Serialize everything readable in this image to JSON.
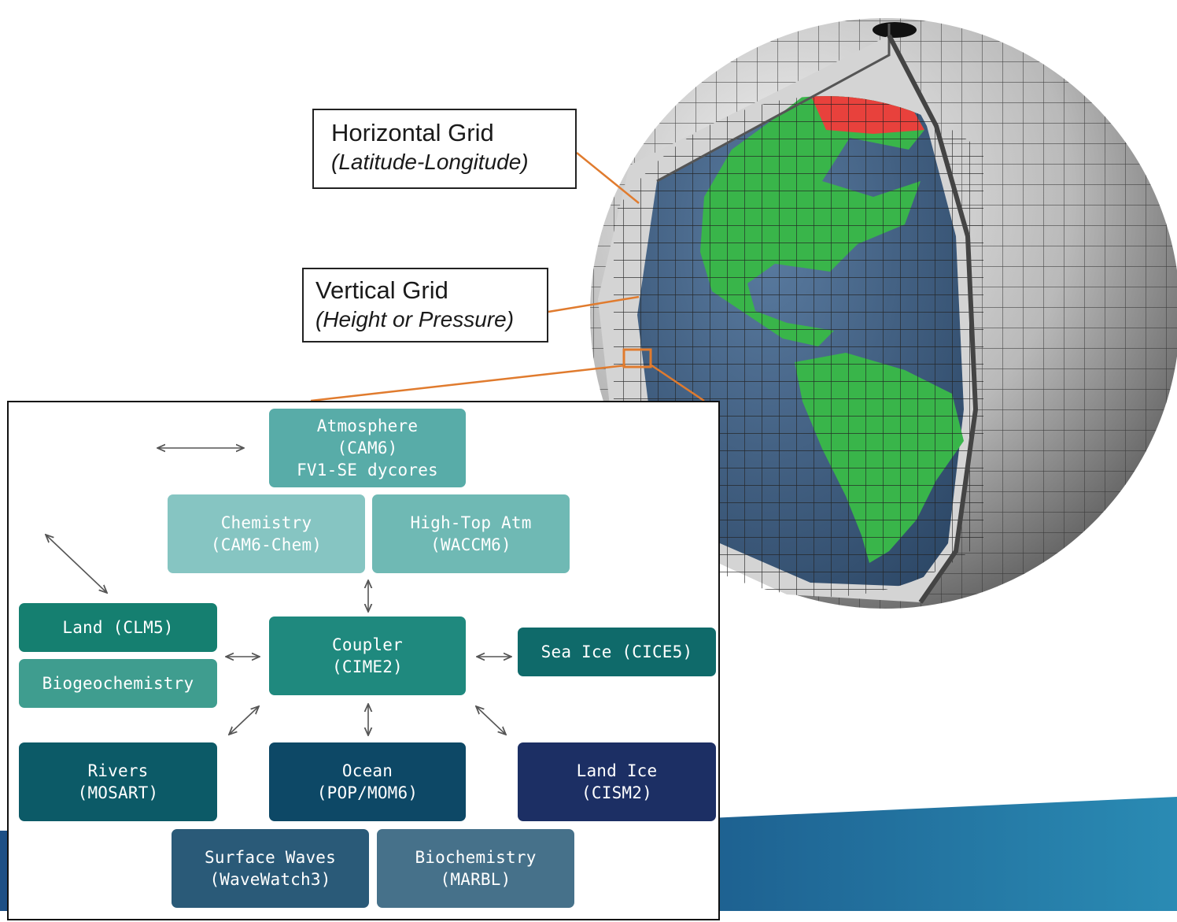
{
  "callouts": {
    "horizontal": {
      "title": "Horizontal Grid",
      "subtitle": "(Latitude-Longitude)"
    },
    "vertical": {
      "title": "Vertical Grid",
      "subtitle": "(Height or Pressure)"
    }
  },
  "components": {
    "atmosphere": {
      "lines": [
        "Atmosphere",
        "(CAM6)",
        "FV1-SE dycores"
      ],
      "color": "#58aca8"
    },
    "chemistry": {
      "lines": [
        "Chemistry",
        "(CAM6-Chem)"
      ],
      "color": "#86c5c2"
    },
    "high_top": {
      "lines": [
        "High-Top Atm",
        "(WACCM6)"
      ],
      "color": "#6fb9b4"
    },
    "land": {
      "lines": [
        "Land (CLM5)"
      ],
      "color": "#157f70"
    },
    "biogeochemistry": {
      "lines": [
        "Biogeochemistry"
      ],
      "color": "#3f9d8f"
    },
    "coupler": {
      "lines": [
        "Coupler",
        "(CIME2)"
      ],
      "color": "#1f897e"
    },
    "sea_ice": {
      "lines": [
        "Sea Ice (CICE5)"
      ],
      "color": "#0f6a6a"
    },
    "rivers": {
      "lines": [
        "Rivers",
        "(MOSART)"
      ],
      "color": "#0c5a67"
    },
    "ocean": {
      "lines": [
        "Ocean",
        "(POP/MOM6)"
      ],
      "color": "#0d4866"
    },
    "land_ice": {
      "lines": [
        "Land Ice",
        "(CISM2)"
      ],
      "color": "#1c2f64"
    },
    "surface_waves": {
      "lines": [
        "Surface Waves",
        "(WaveWatch3)"
      ],
      "color": "#2a5a78"
    },
    "biochemistry": {
      "lines": [
        "Biochemistry",
        "(MARBL)"
      ],
      "color": "#46718a"
    }
  },
  "colors": {
    "leader_line": "#e07b2e",
    "land": "#39b54a",
    "ocean": "#3f5f82",
    "ice_cap": "#e8413c",
    "shell": "#9a9a9a",
    "arrow": "#555555",
    "banner": "#2379a6"
  }
}
